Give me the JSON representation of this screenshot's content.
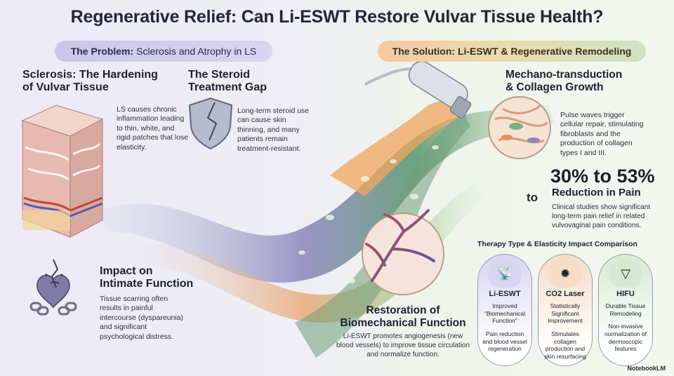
{
  "title": "Regenerative Relief: Can Li-ESWT Restore Vulvar Tissue Health?",
  "problem_banner": {
    "strong": "The Problem:",
    "rest": "Sclerosis and Atrophy in LS"
  },
  "solution_banner": {
    "strong": "The Solution: Li-ESWT & Regenerative Remodeling"
  },
  "sclerosis": {
    "heading_line1": "Sclerosis: The Hardening",
    "heading_line2": "of Vulvar Tissue",
    "body": "LS causes chronic inflammation leading to thin, white, and rigid patches that lose elasticity."
  },
  "steroid": {
    "heading_line1": "The Steroid",
    "heading_line2": "Treatment Gap",
    "body": "Long-term steroid use can cause skin thinning, and many patients remain treatment-resistant."
  },
  "intimate": {
    "heading_line1": "Impact on",
    "heading_line2": "Intimate Function",
    "body": "Tissue scarring often results in painful intercourse (dyspareunia) and significant psychological distress."
  },
  "mechano": {
    "heading_line1": "Mechano-transduction",
    "heading_line2": "& Collagen Growth",
    "body": "Pulse waves trigger cellular repair, stimulating fibroblasts and the production of collagen types I and III."
  },
  "pain": {
    "stat": "30% to 53%",
    "prefix": "to",
    "label": "Reduction in Pain",
    "body": "Clinical studies show significant long-term pain relief in related vulvovaginal pain conditions."
  },
  "restoration": {
    "heading_line1": "Restoration of",
    "heading_line2": "Biomechanical Function",
    "body": "Li-ESWT promotes angiogenesis (new blood vessels) to improve tissue circulation and normalize function."
  },
  "comparison": {
    "heading": "Therapy Type & Elasticity Impact Comparison",
    "cards": [
      {
        "name": "Li-ESWT",
        "summary": "Improved \"Biomechanical Function\"",
        "detail": "Pain reduction and blood vessel regeneration",
        "icon": "device-icon",
        "color": "#d8d6ee"
      },
      {
        "name": "CO2 Laser",
        "summary": "Statistically Significant Improvement",
        "detail": "Stimulates collagen production and skin resurfacing",
        "icon": "laser-burst-icon",
        "color": "#f6ddc4"
      },
      {
        "name": "HIFU",
        "summary": "Durable Tissue Remodeling",
        "detail": "Non-invasive normalization of dermoscopic features",
        "icon": "ultrasound-icon",
        "color": "#d6ead2"
      }
    ]
  },
  "brand": "NotebookLM"
}
